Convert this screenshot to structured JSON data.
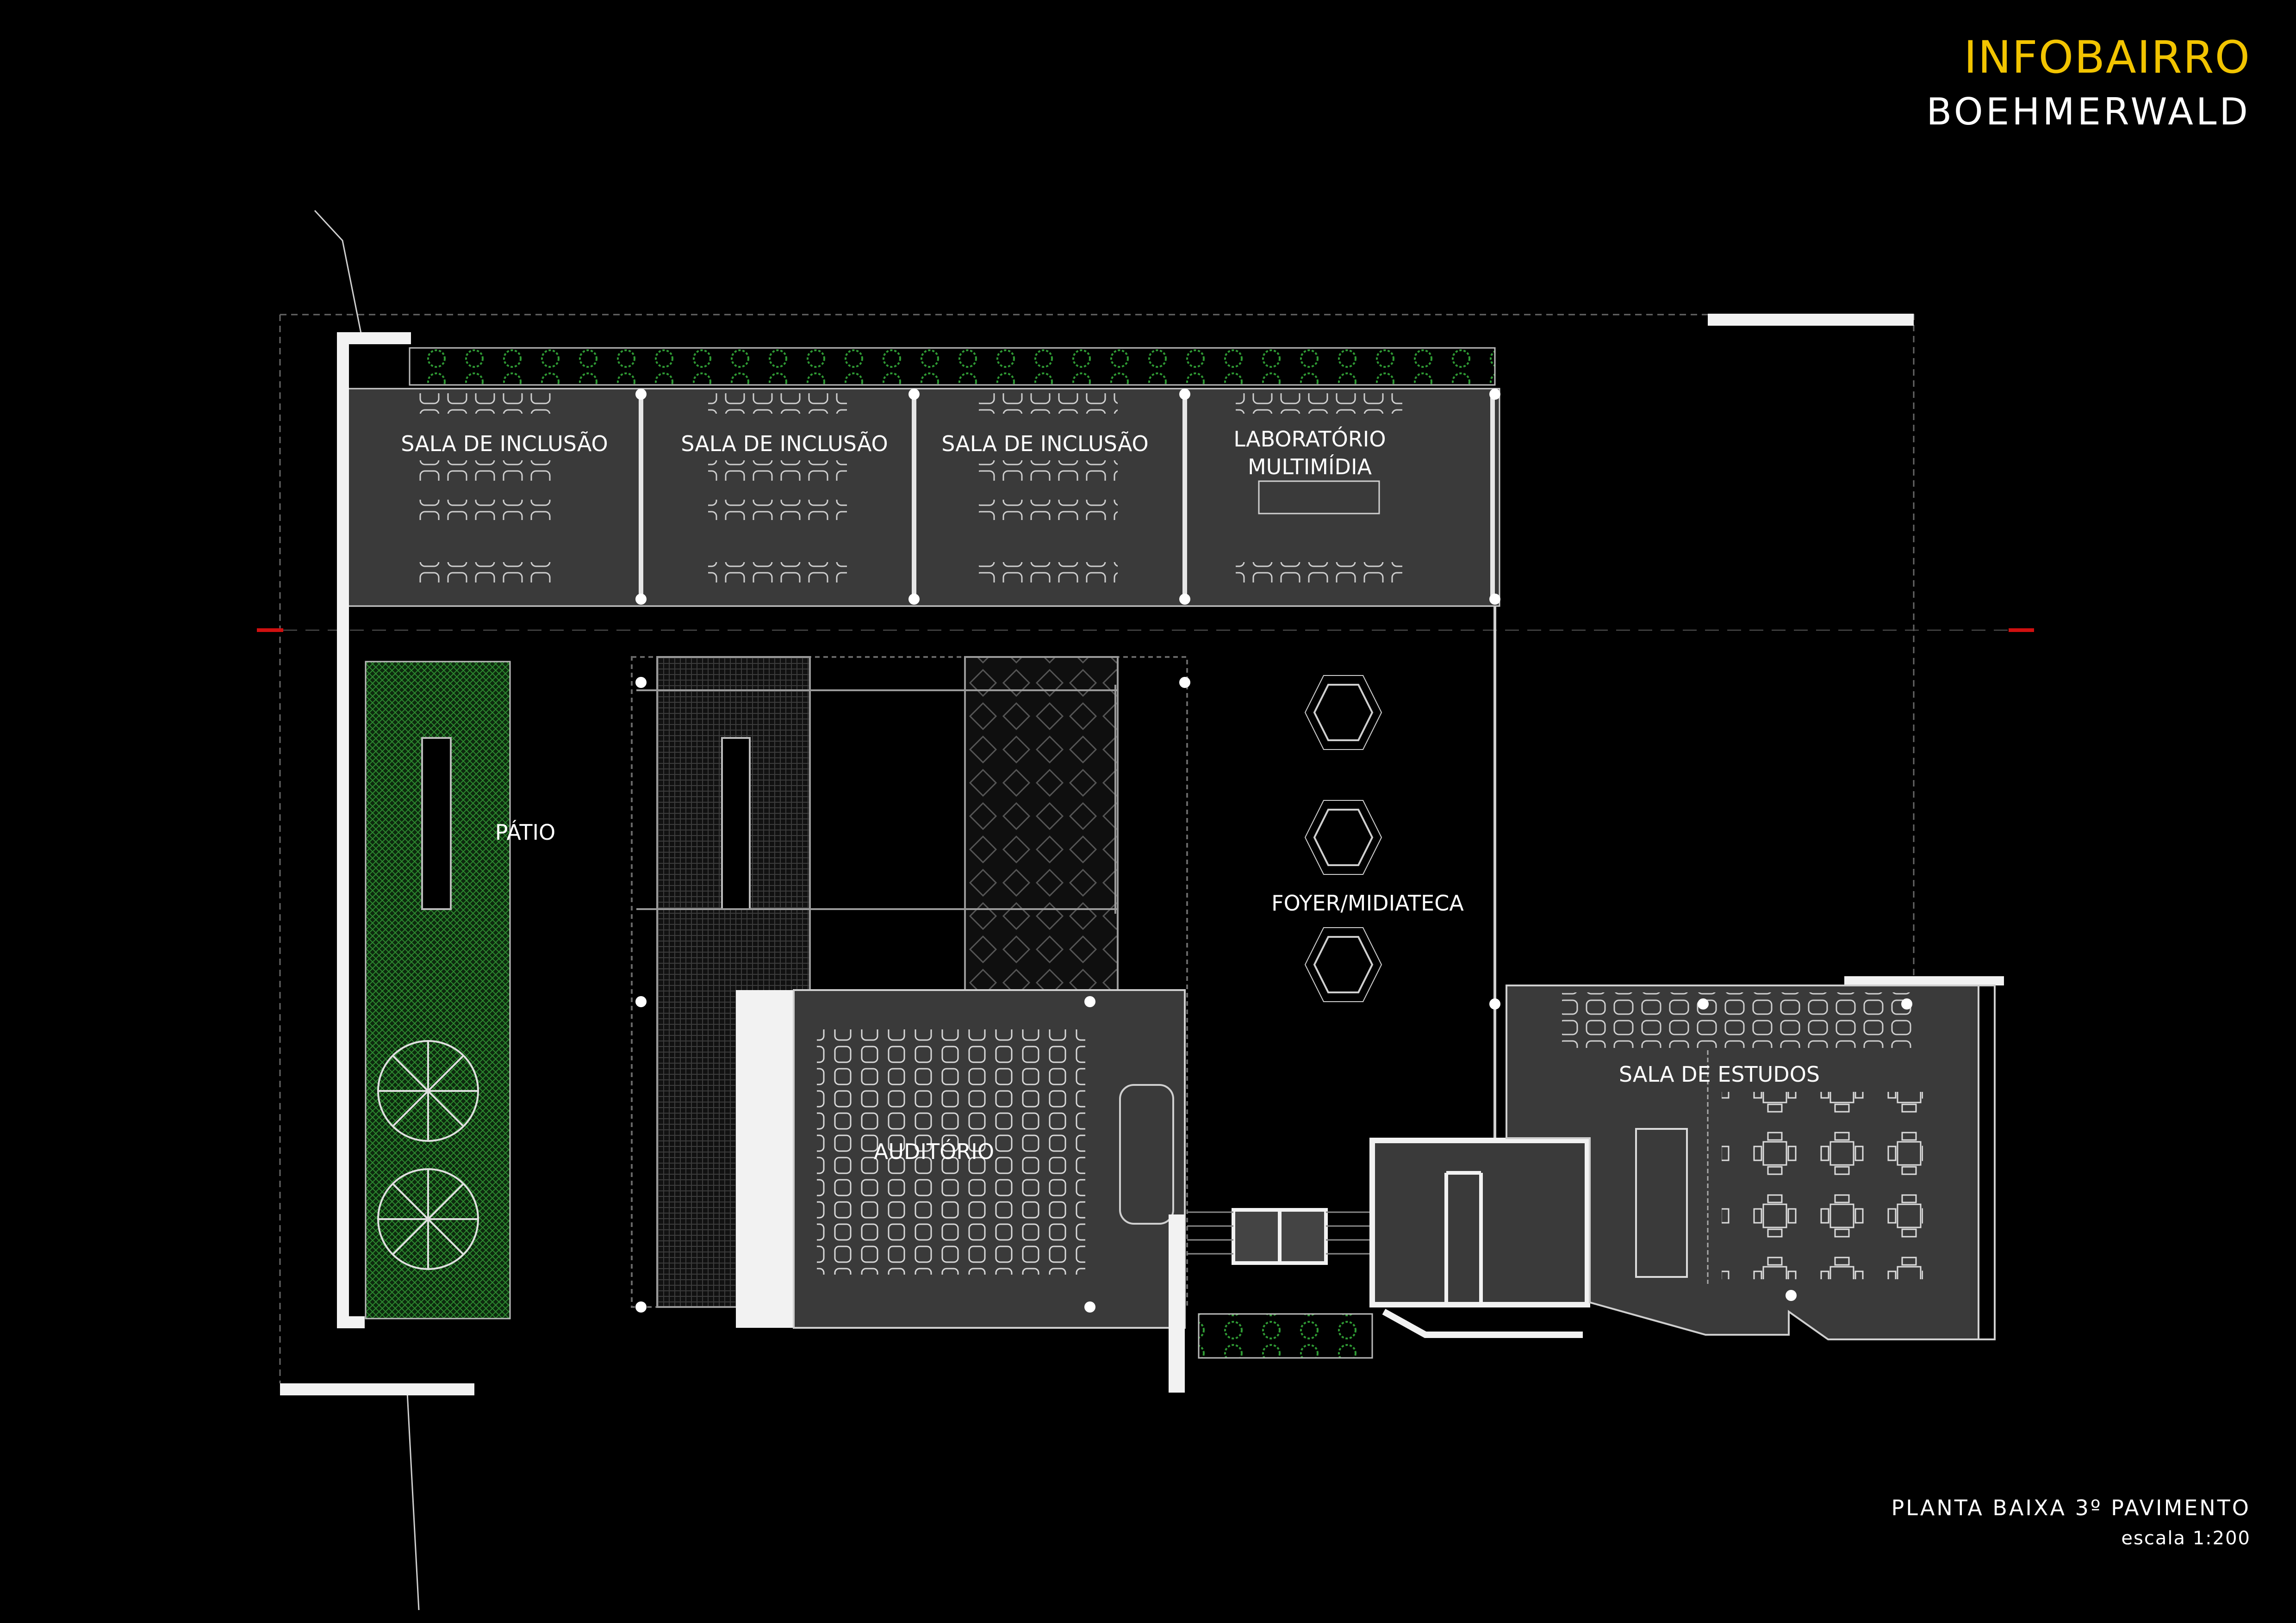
{
  "header": {
    "brand": "INFOBAIRRO",
    "place": "BOEHMERWALD"
  },
  "rooms": {
    "inclusion_1": "SALA DE INCLUSÃO",
    "inclusion_2": "SALA DE INCLUSÃO",
    "inclusion_3": "SALA DE INCLUSÃO",
    "lab_line1": "LABORATÓRIO",
    "lab_line2": "MULTIMÍDIA",
    "patio": "PÁTIO",
    "foyer": "FOYER/MIDIATECA",
    "auditorium": "AUDITÓRIO",
    "study": "SALA DE ESTUDOS"
  },
  "caption": {
    "drawing_title": "PLANTA BAIXA 3º PAVIMENTO",
    "scale": "escala 1:200"
  },
  "colors": {
    "background": "#000000",
    "brand": "#f2c400",
    "room_fill": "#3a3a3a",
    "wall": "#ffffff",
    "vegetation": "#1f6b22",
    "section_mark": "#d01010"
  }
}
